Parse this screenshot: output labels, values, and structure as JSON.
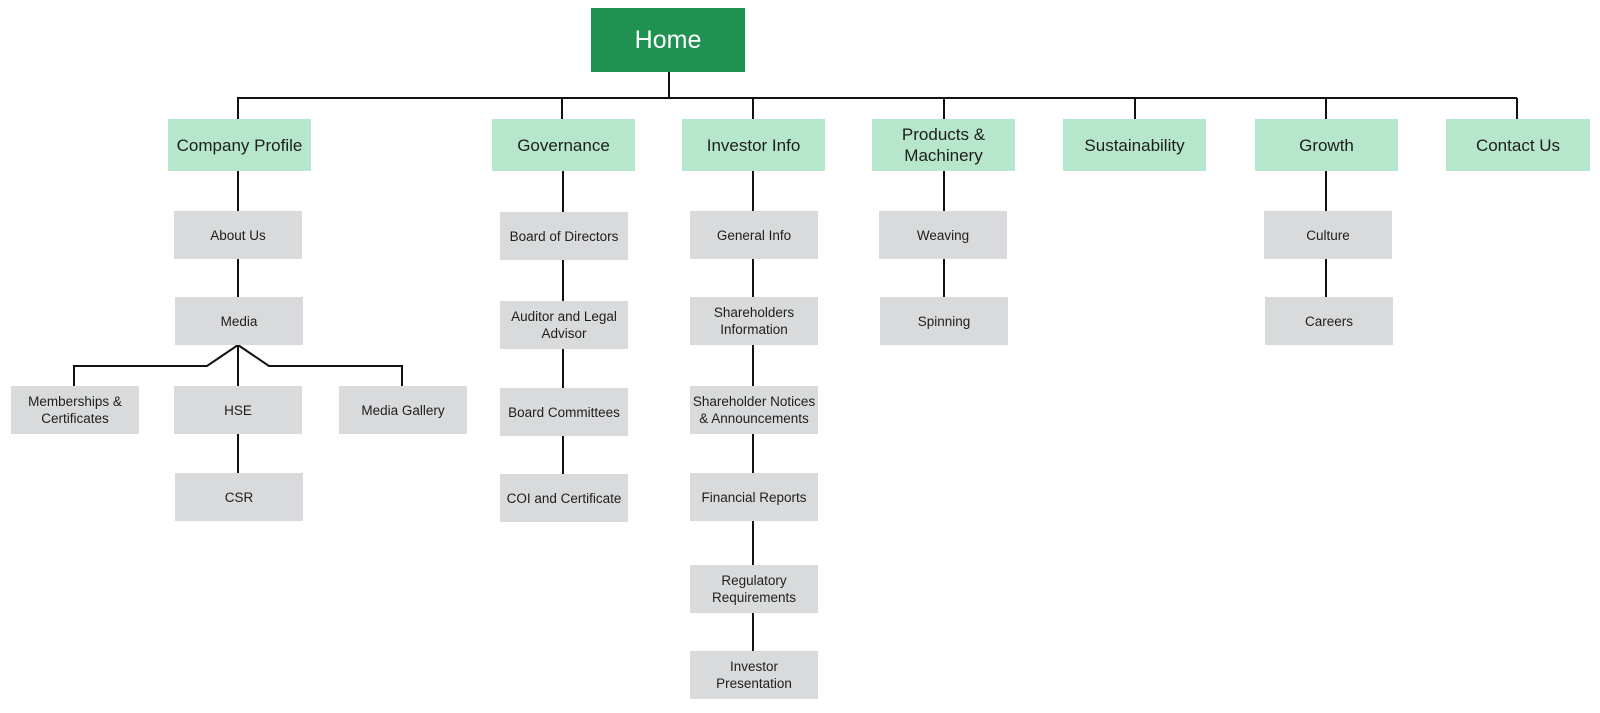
{
  "root": {
    "label": "Home"
  },
  "sections": [
    {
      "label": "Company Profile",
      "children": [
        {
          "label": "About Us"
        },
        {
          "label": "Media",
          "children": [
            {
              "label": "Memberships &\nCertificates"
            },
            {
              "label": "HSE",
              "children": [
                {
                  "label": "CSR"
                }
              ]
            },
            {
              "label": "Media Gallery"
            }
          ]
        }
      ]
    },
    {
      "label": "Governance",
      "children": [
        {
          "label": "Board of Directors"
        },
        {
          "label": "Auditor and Legal\nAdvisor"
        },
        {
          "label": "Board Committees"
        },
        {
          "label": "COI and Certificate"
        }
      ]
    },
    {
      "label": "Investor Info",
      "children": [
        {
          "label": "General Info"
        },
        {
          "label": "Shareholders\nInformation"
        },
        {
          "label": "Shareholder Notices\n& Announcements"
        },
        {
          "label": "Financial Reports"
        },
        {
          "label": "Regulatory\nRequirements"
        },
        {
          "label": "Investor\nPresentation"
        }
      ]
    },
    {
      "label": "Products &\nMachinery",
      "children": [
        {
          "label": "Weaving"
        },
        {
          "label": "Spinning"
        }
      ]
    },
    {
      "label": "Sustainability",
      "children": []
    },
    {
      "label": "Growth",
      "children": [
        {
          "label": "Culture"
        },
        {
          "label": "Careers"
        }
      ]
    },
    {
      "label": "Contact Us",
      "children": []
    }
  ],
  "colors": {
    "root_fill": "#1f9150",
    "root_text": "#ffffff",
    "section_fill": "#b6e6cb",
    "page_fill": "#d9dadb",
    "connector": "#111111"
  }
}
